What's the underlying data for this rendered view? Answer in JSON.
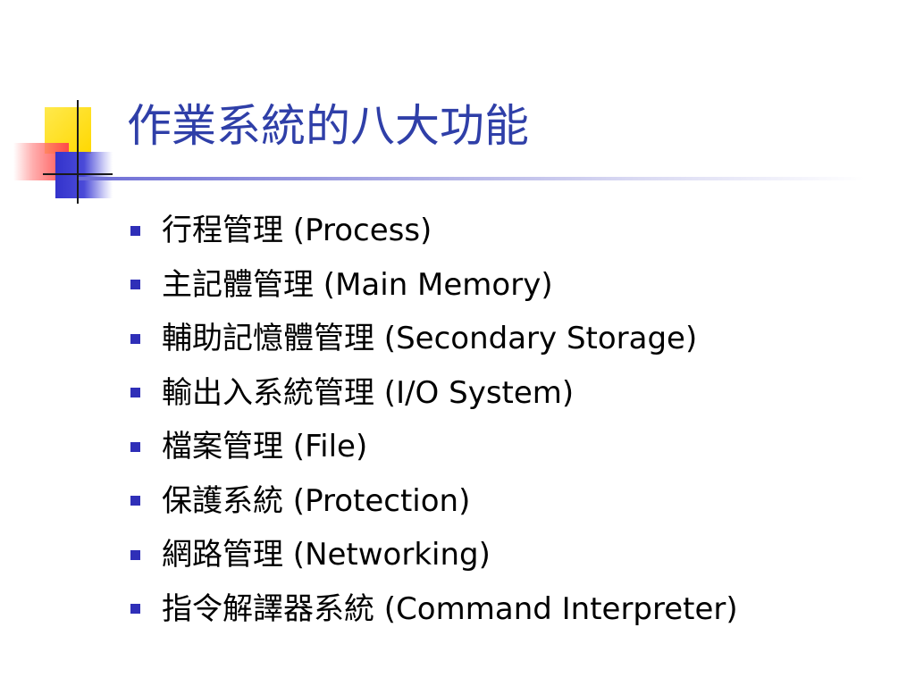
{
  "slide": {
    "title": "作業系統的八大功能",
    "items": [
      "行程管理 (Process)",
      "主記體管理 (Main Memory)",
      "輔助記憶體管理 (Secondary Storage)",
      "輸出入系統管理 (I/O System)",
      "檔案管理 (File)",
      "保護系統 (Protection)",
      "網路管理 (Networking)",
      "指令解譯器系統 (Command Interpreter)"
    ]
  },
  "colors": {
    "title": "#2f3fa8",
    "bullet": "#2f2fb8",
    "text": "#000000",
    "accent_yellow": "#ffd800",
    "accent_red": "#ff4a4a",
    "accent_blue": "#3333cc"
  }
}
